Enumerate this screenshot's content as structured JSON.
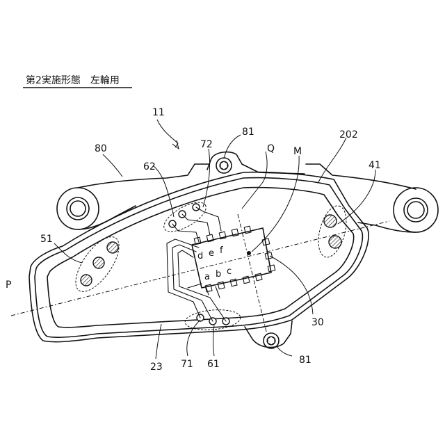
{
  "figure": {
    "title": "第2実施形態　左輪用",
    "labels": {
      "l11": "11",
      "l80": "80",
      "l62": "62",
      "l72": "72",
      "l81_top": "81",
      "lQ": "Q",
      "lM": "M",
      "l202": "202",
      "l41": "41",
      "l51": "51",
      "lP": "P",
      "l30": "30",
      "l23": "23",
      "l71": "71",
      "l61": "61",
      "l81_bottom": "81"
    },
    "pins": {
      "a": "a",
      "b": "b",
      "c": "c",
      "d": "d",
      "e": "e",
      "f": "f"
    }
  }
}
